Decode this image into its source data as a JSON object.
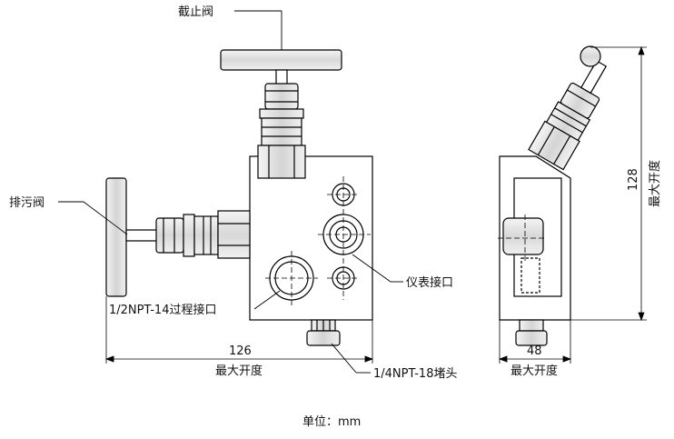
{
  "labels": {
    "stop_valve": "截止阀",
    "drain_valve": "排污阀",
    "instrument_port": "仪表接口",
    "process_port": "1/2NPT-14过程接口",
    "plug": "1/4NPT-18堵头",
    "unit": "单位：mm"
  },
  "dimensions": {
    "front_width_value": "126",
    "front_width_caption": "最大开度",
    "side_width_value": "48",
    "side_width_caption": "最大开度",
    "side_height_value": "128",
    "side_height_caption": "最大开度"
  }
}
